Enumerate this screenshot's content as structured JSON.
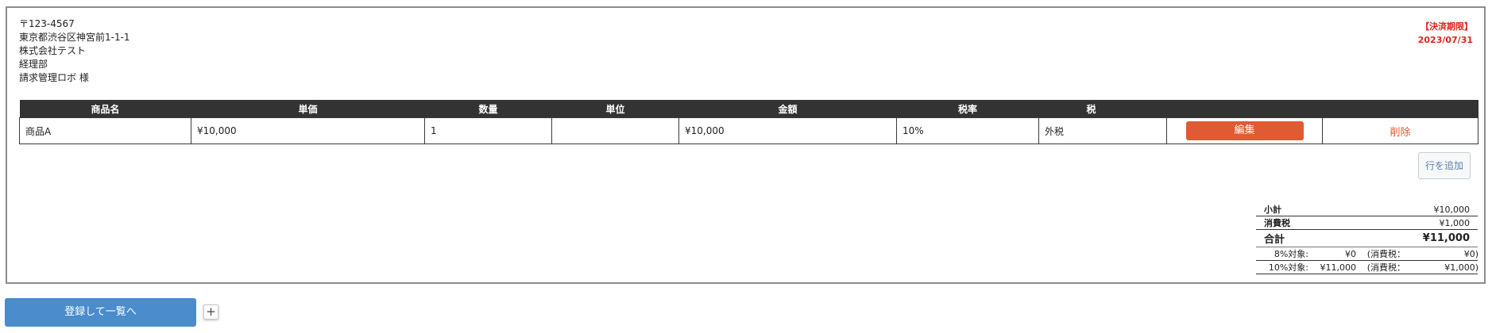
{
  "address": {
    "postal": "〒123-4567",
    "street": "東京都渋谷区神宮前1-1-1",
    "company": "株式会社テスト",
    "department": "経理部",
    "recipient": "請求管理ロボ 様"
  },
  "deadline": {
    "label": "【決済期限】",
    "date": "2023/07/31"
  },
  "table": {
    "headers": [
      "商品名",
      "単価",
      "数量",
      "単位",
      "金額",
      "税率",
      "税",
      "",
      ""
    ],
    "rows": [
      {
        "name": "商品A",
        "unit_price": "¥10,000",
        "quantity": "1",
        "unit": "",
        "amount": "¥10,000",
        "tax_rate": "10%",
        "tax_type": "外税",
        "edit_label": "編集",
        "delete_label": "削除"
      }
    ]
  },
  "add_row_label": "行を追加",
  "totals": {
    "subtotal_label": "小計",
    "subtotal": "¥10,000",
    "tax_label": "消費税",
    "tax": "¥1,000",
    "total_label": "合計",
    "total": "¥11,000",
    "breakdown": [
      {
        "label": "8%対象:",
        "amount": "¥0",
        "tax_label": "(消費税：",
        "tax": "¥0)"
      },
      {
        "label": "10%対象:",
        "amount": "¥11,000",
        "tax_label": "(消費税：",
        "tax": "¥1,000)"
      }
    ]
  },
  "submit_label": "登録して一覧へ",
  "plus_label": "+",
  "colors": {
    "header_bg": "#333333",
    "edit_button": "#e05a33",
    "delete_text": "#e05a33",
    "submit_button": "#4a8ccc",
    "deadline_text": "#e0241a"
  }
}
